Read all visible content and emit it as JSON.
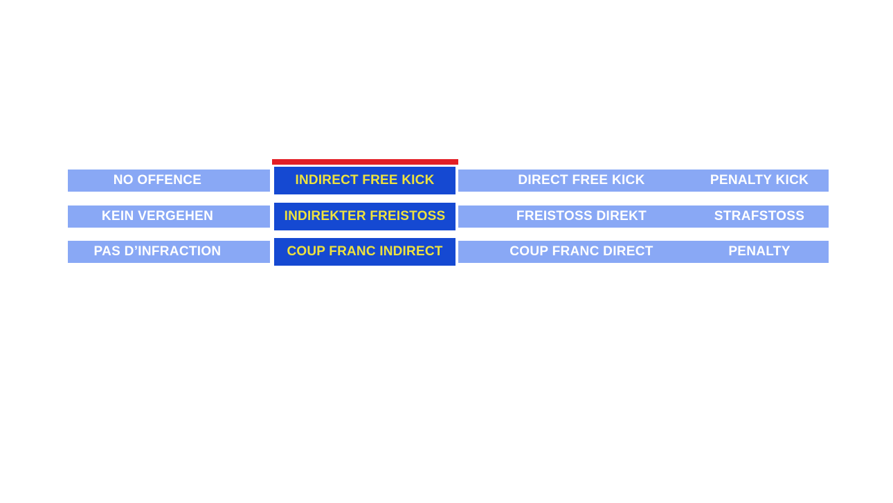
{
  "colors": {
    "page_background": "#FFFFFF",
    "option_bar_blue": "#89A8F5",
    "selected_option_blue": "#1549D2",
    "selected_text_yellow": "#EEE23E",
    "indicator_red": "#E31E25",
    "option_text_white": "#FFFFFF"
  },
  "selection": {
    "selected_option": "INDIRECT FREE KICK"
  },
  "rows": [
    {
      "no_offence": "NO OFFENCE",
      "indirect_free_kick": "INDIRECT FREE KICK",
      "direct_free_kick": "DIRECT FREE KICK",
      "penalty_kick": "PENALTY KICK"
    },
    {
      "no_offence": "KEIN VERGEHEN",
      "indirect_free_kick": "INDIREKTER FREISTOSS",
      "direct_free_kick": "FREISTOSS DIREKT",
      "penalty_kick": "STRAFSTOSS"
    },
    {
      "no_offence": "PAS D’INFRACTION",
      "indirect_free_kick": "COUP FRANC INDIRECT",
      "direct_free_kick": "COUP FRANC DIRECT",
      "penalty_kick": "PENALTY"
    }
  ]
}
